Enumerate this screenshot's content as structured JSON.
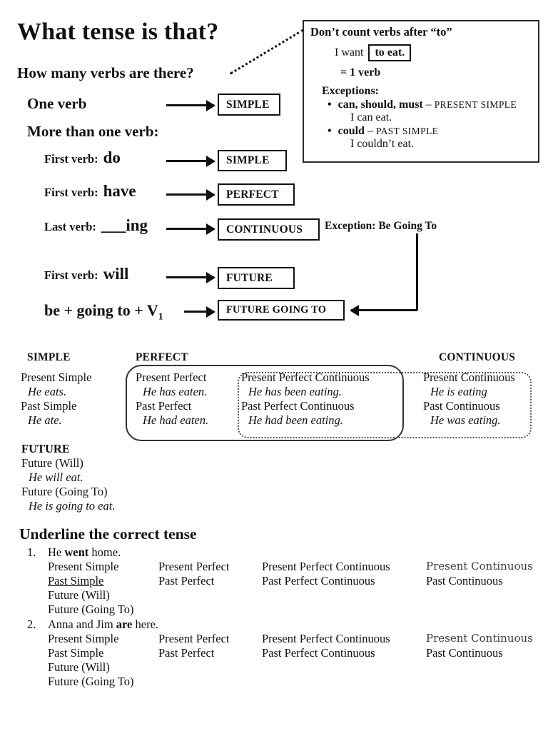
{
  "document": {
    "title": "What tense is that?",
    "question_heading": "How many verbs are there?"
  },
  "note_box": {
    "heading": "Don’t count verbs after “to”",
    "example_prefix": "I want",
    "example_boxed": "to eat.",
    "equals_line": "= 1 verb",
    "exceptions_label": "Exceptions:",
    "bullet_glyph": "•",
    "bullets": [
      {
        "bold": "can, should, must",
        "dash": "–",
        "tense": "PRESENT SIMPLE",
        "example": "I can eat."
      },
      {
        "bold": "could",
        "dash": "–",
        "tense": "PAST SIMPLE",
        "example": "I couldn’t eat."
      }
    ]
  },
  "flowchart": {
    "one_verb": {
      "label": "One verb",
      "result": "SIMPLE"
    },
    "more_than_one_label": "More than one verb:",
    "rows": [
      {
        "prefix": "First verb:",
        "verb": "do",
        "result": "SIMPLE"
      },
      {
        "prefix": "First verb:",
        "verb": "have",
        "result": "PERFECT"
      },
      {
        "prefix": "Last verb:",
        "verb": "___ing",
        "result": "CONTINUOUS"
      },
      {
        "prefix": "First verb:",
        "verb": "will",
        "result": "FUTURE"
      },
      {
        "prefix": "",
        "verb": "be + going to + V",
        "verb_subscript": "1",
        "result": "FUTURE GOING TO"
      }
    ],
    "exception_label": "Exception: Be Going To"
  },
  "tense_chart": {
    "headers": [
      "SIMPLE",
      "PERFECT",
      "CONTINUOUS"
    ],
    "columns": [
      {
        "entries": [
          {
            "name": "Present Simple",
            "example": "He eats."
          },
          {
            "name": "Past Simple",
            "example": "He ate."
          }
        ]
      },
      {
        "entries": [
          {
            "name": "Present Perfect",
            "example": "He has eaten."
          },
          {
            "name": "Past Perfect",
            "example": "He had eaten."
          }
        ]
      },
      {
        "entries": [
          {
            "name": "Present Perfect Continuous",
            "example": "He has been eating."
          },
          {
            "name": "Past Perfect Continuous",
            "example": "He had been eating."
          }
        ]
      },
      {
        "entries": [
          {
            "name": "Present Continuous",
            "example": "He is eating"
          },
          {
            "name": "Past Continuous",
            "example": "He was eating."
          }
        ]
      }
    ],
    "future_section": {
      "header": "FUTURE",
      "entries": [
        {
          "name": "Future (Will)",
          "example": "He will eat."
        },
        {
          "name": "Future (Going To)",
          "example": "He is going to eat."
        }
      ]
    }
  },
  "exercise": {
    "heading": "Underline the correct tense",
    "items": [
      {
        "number": "1.",
        "sentence": {
          "pre": "He ",
          "bold": "went",
          "post": " home."
        },
        "answer_underlined": "Past Simple",
        "options": [
          [
            "Present Simple",
            "Present Perfect",
            "Present Perfect Continuous",
            "Present Continuous"
          ],
          [
            "Past Simple",
            "Past Perfect",
            "Past Perfect Continuous",
            "Past Continuous"
          ],
          [
            "Future (Will)"
          ],
          [
            "Future (Going To)"
          ]
        ]
      },
      {
        "number": "2.",
        "sentence": {
          "pre": "Anna and Jim ",
          "bold": "are",
          "post": " here."
        },
        "options": [
          [
            "Present Simple",
            "Present Perfect",
            "Present Perfect Continuous",
            "Present Continuous"
          ],
          [
            "Past Simple",
            "Past Perfect",
            "Past Perfect Continuous",
            "Past Continuous"
          ],
          [
            "Future (Will)"
          ],
          [
            "Future (Going To)"
          ]
        ]
      }
    ]
  }
}
